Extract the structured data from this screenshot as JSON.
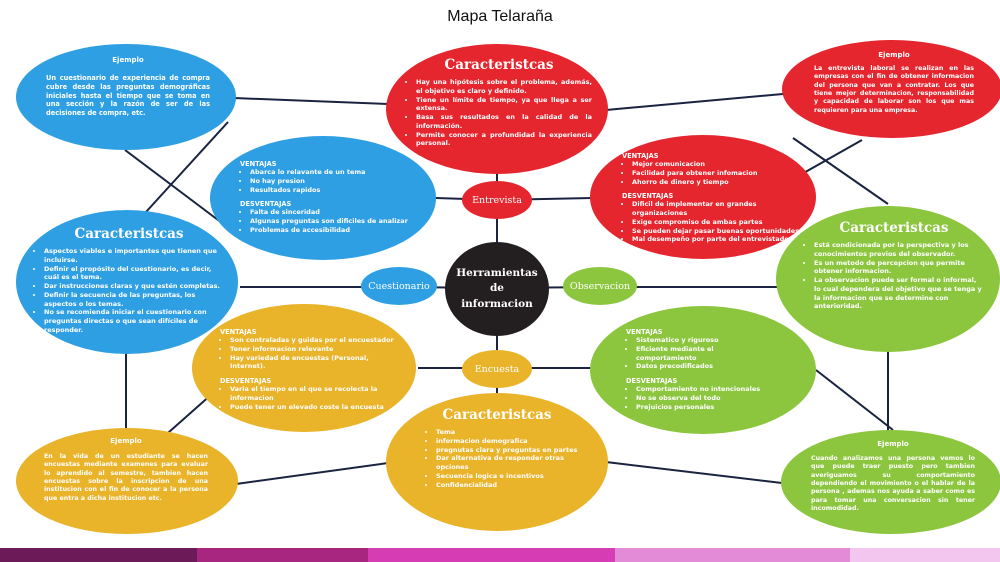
{
  "title": "Mapa Telaraña",
  "center": {
    "line1": "Herramientas",
    "line2": "de",
    "line3": "informacion"
  },
  "hubs": {
    "entrevista": "Entrevista",
    "cuestionario": "Cuestionario",
    "observacion": "Observacion",
    "encuesta": "Encuesta"
  },
  "entrevista": {
    "caracteristicas": {
      "heading": "Caracteristcas",
      "items": [
        "Hay una hipótesis sobre el problema, además, el objetivo es claro y definido.",
        "Tiene un límite de tiempo, ya que llega a ser extensa.",
        "Basa sus resultados en la calidad de la información.",
        "Permite conocer a profundidad la experiencia personal."
      ]
    },
    "ventajas_title": "VENTAJAS",
    "ventajas": [
      "Mejor comunicacion",
      "Facilidad para obtener infomacion",
      "Ahorro de dinero y tiempo"
    ],
    "desventajas_title": "DESVENTAJAS",
    "desventajas": [
      "Dificil de implementar en grandes organizaciones",
      "Exige compromiso de ambas partes",
      "Se pueden dejar pasar buenas oportunidades",
      "Mal desempeño por parte del entrevistado"
    ],
    "ejemplo": {
      "heading": "Ejemplo",
      "text": "La entrevista laboral se realizan en las empresas con el fin de obtener informacion del persona que van a contratar. Los que tiene mejor determinacion, responsabilidad y capacidad de laborar son los que mas requieren para una empresa."
    }
  },
  "cuestionario": {
    "ejemplo": {
      "heading": "Ejemplo",
      "text": "Un cuestionario de experiencia de compra cubre desde las preguntas demográficas iniciales hasta el tiempo que se toma en una sección y la razón de ser de las decisiones de compra, etc."
    },
    "ventajas_title": "VENTAJAS",
    "ventajas": [
      "Abarca lo relavante de un tema",
      "No hay presion",
      "Resultados rapidos"
    ],
    "desventajas_title": "DESVENTAJAS",
    "desventajas": [
      "Falta de sinceridad",
      "Algunas preguntas son dificiles de analizar",
      "Problemas de accesibilidad"
    ],
    "caracteristicas": {
      "heading": "Caracteristcas",
      "items": [
        "Aspectos viables e importantes que tienen que incluirse.",
        "Definir el propósito del cuestionario, es decir, cuál es el tema.",
        "Dar instrucciones claras y que estén completas.",
        "Definir la secuencia de las preguntas, los aspectos o los temas.",
        "No se recomienda iniciar el cuestionario con preguntas directas o que sean difíciles de responder."
      ]
    }
  },
  "observacion": {
    "caracteristicas": {
      "heading": "Caracteristcas",
      "items": [
        "Está condicionada por la perspectiva y los conocimientos previos del observador.",
        "Es un metodo de percepcion que permite obtener informacion.",
        "La observacion puede ser formal o informal, lo cual dependera del objetivo que se tenga y la informacion que se determine con anterioridad."
      ]
    },
    "ventajas_title": "VENTAJAS",
    "ventajas": [
      "Sistematico y riguroso",
      "Eficiente mediante el comportamiento",
      "Datos precodificados"
    ],
    "desventajas_title": "DESVENTAJAS",
    "desventajas": [
      "Comportamiento no intencionales",
      "No se observa del todo",
      "Prejuicios personales"
    ],
    "ejemplo": {
      "heading": "Ejemplo",
      "text": "Cuando analizamos una persona vemos lo que puede traer puesto pero tambien averiguamos su comportamiento dependiendo el movimiento o el hablar de la persona , ademas nos ayuda a saber como es para tomar una conversacion sin tener incomodidad."
    }
  },
  "encuesta": {
    "ventajas_title": "VENTAJAS",
    "ventajas": [
      "Son contraladas y guidas por el encuestador",
      "Tener informacion relevante",
      "Hay variedad de encuestas (Personal, Internet)."
    ],
    "desventajas_title": "DESVENTAJAS",
    "desventajas": [
      "Varia el tiempo en el que se recolecta la informacion",
      "Puede tener un elevado coste la encuesta"
    ],
    "caracteristicas": {
      "heading": "Caracteristcas",
      "items": [
        "Tema",
        "informacion demografica",
        "pregnutas clara y preguntas en partes",
        "Dar alternativa de responder otras opciones",
        "Secuencia logica e incentivos",
        "Confidencialidad"
      ]
    },
    "ejemplo": {
      "heading": "Ejemplo",
      "text": "En la vida de un estudiante se hacen encuestas mediante examenes para evaluar lo aprendido al semestre, tambien hacen encuestas sobre la inscripcion de una institucion con el fin de conocer a la persona que entra a dicha institucion etc."
    }
  },
  "colors": {
    "blue": "#2f9fe3",
    "red": "#e5262e",
    "yellow": "#e9b32a",
    "green": "#8cc63f",
    "center": "#231f20",
    "bar": [
      "#6d1b58",
      "#a8267f",
      "#d63db4",
      "#e38bd7",
      "#f2c6ee"
    ]
  }
}
